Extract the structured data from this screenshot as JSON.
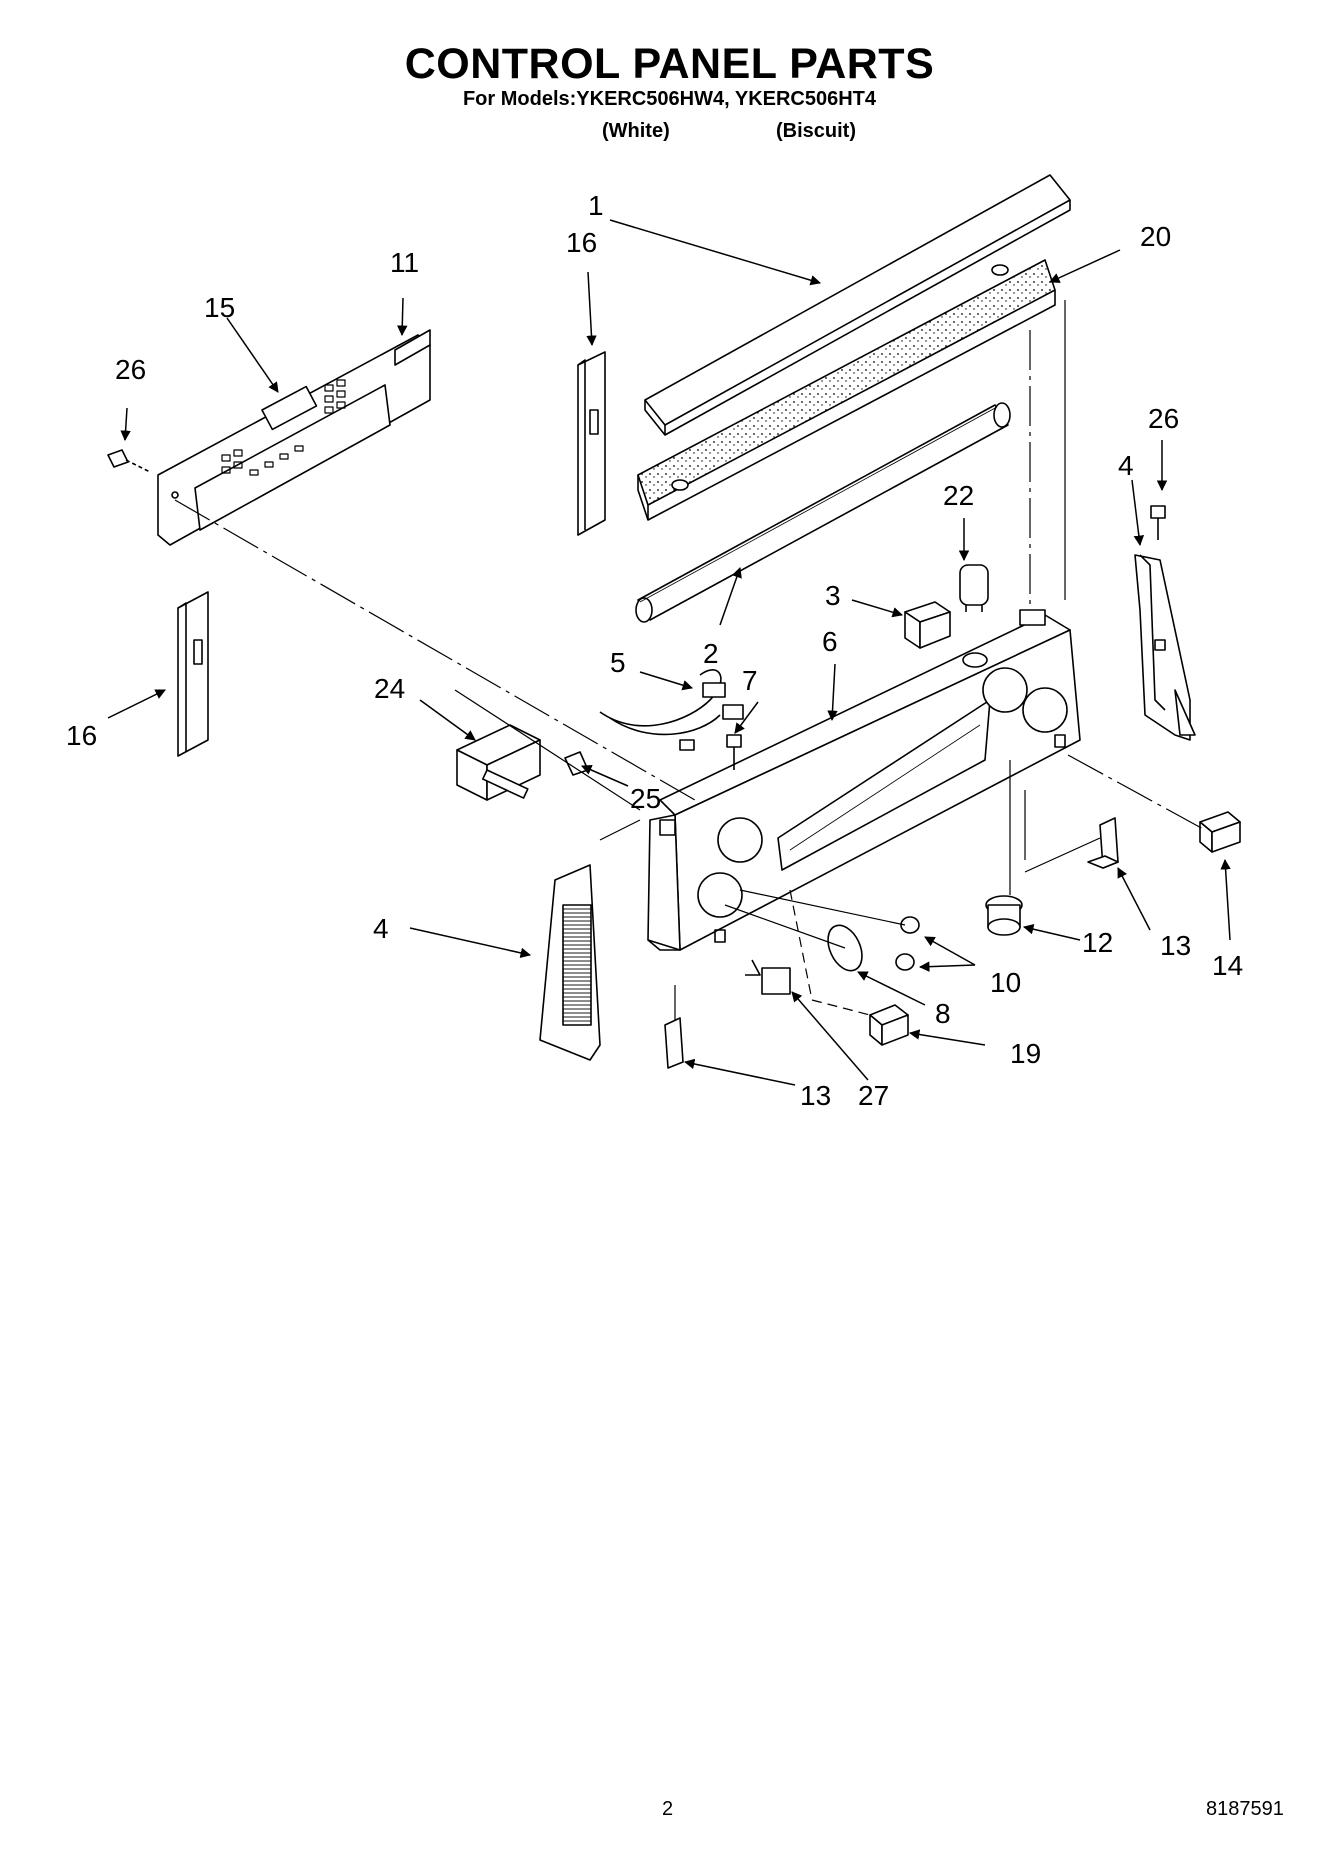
{
  "header": {
    "title": "CONTROL PANEL PARTS",
    "models_line": "For Models:YKERC506HW4, YKERC506HT4",
    "color_white": "(White)",
    "color_biscuit": "(Biscuit)"
  },
  "callouts": [
    "1",
    "16",
    "11",
    "15",
    "26",
    "20",
    "26",
    "4",
    "22",
    "3",
    "2",
    "6",
    "5",
    "7",
    "24",
    "16",
    "25",
    "4",
    "12",
    "13",
    "14",
    "10",
    "8",
    "19",
    "13",
    "27"
  ],
  "footer": {
    "page_number": "2",
    "document_number": "8187591"
  }
}
